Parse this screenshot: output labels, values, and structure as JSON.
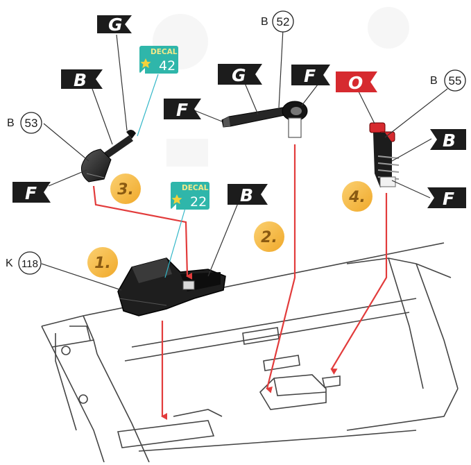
{
  "colors": {
    "flag_black": "#1c1c1c",
    "flag_red": "#d62a2f",
    "arrow_red": "#e23b3b",
    "leader_cyan": "#33b7c8",
    "step_badge": "#f6b83b",
    "decal_teal": "#2fb6aa",
    "decal_star": "#f4d23c"
  },
  "flags": [
    {
      "id": "flag-g-left",
      "letter": "G",
      "color": "black"
    },
    {
      "id": "flag-b-left",
      "letter": "B",
      "color": "black"
    },
    {
      "id": "flag-f-left",
      "letter": "F",
      "color": "black"
    },
    {
      "id": "flag-g-mid",
      "letter": "G",
      "color": "black"
    },
    {
      "id": "flag-f-midleft",
      "letter": "F",
      "color": "black"
    },
    {
      "id": "flag-f-midright",
      "letter": "F",
      "color": "black"
    },
    {
      "id": "flag-o-right",
      "letter": "O",
      "color": "red"
    },
    {
      "id": "flag-b-right",
      "letter": "B",
      "color": "black"
    },
    {
      "id": "flag-f-right",
      "letter": "F",
      "color": "black"
    },
    {
      "id": "flag-b-console",
      "letter": "B",
      "color": "black"
    }
  ],
  "callouts": [
    {
      "id": "b52",
      "prefix": "B",
      "number": "52"
    },
    {
      "id": "b53",
      "prefix": "B",
      "number": "53"
    },
    {
      "id": "b55",
      "prefix": "B",
      "number": "55"
    },
    {
      "id": "k118",
      "prefix": "K",
      "number": "118"
    }
  ],
  "decals": [
    {
      "id": "decal-42",
      "word": "DECAL",
      "number": "42"
    },
    {
      "id": "decal-22",
      "word": "DECAL",
      "number": "22"
    }
  ],
  "steps": [
    {
      "id": "step-1",
      "label": "1."
    },
    {
      "id": "step-2",
      "label": "2."
    },
    {
      "id": "step-3",
      "label": "3."
    },
    {
      "id": "step-4",
      "label": "4."
    }
  ]
}
